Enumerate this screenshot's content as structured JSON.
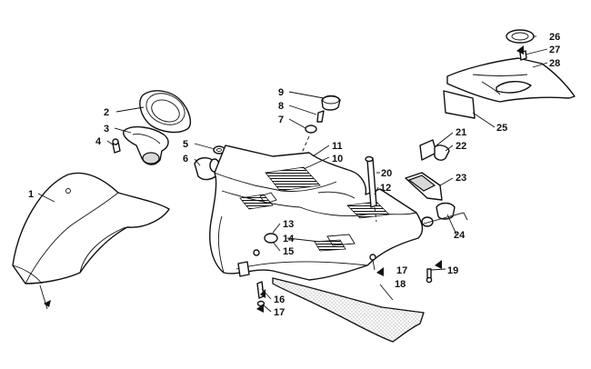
{
  "diagram": {
    "callouts": [
      "1",
      "2",
      "3",
      "4",
      "5",
      "6",
      "7",
      "8",
      "9",
      "10",
      "11",
      "12",
      "13",
      "14",
      "15",
      "16",
      "17",
      "17",
      "17",
      "18",
      "19",
      "20",
      "21",
      "22",
      "23",
      "24",
      "25",
      "26",
      "27",
      "28"
    ]
  }
}
